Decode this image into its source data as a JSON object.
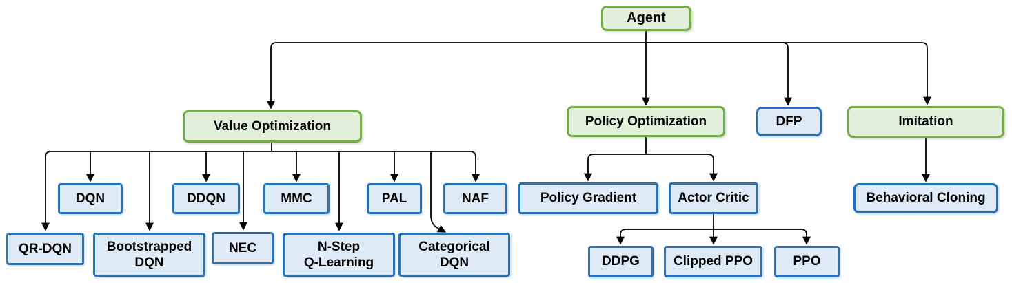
{
  "diagram": {
    "description": "Reinforcement learning agent type hierarchy",
    "colors": {
      "category_fill": "#E2EFDA",
      "category_border": "#70AD47",
      "algorithm_fill": "#DEEBF7",
      "algorithm_border": "#2873B9",
      "connector": "#000000",
      "text": "#000000",
      "background": "#FFFFFF"
    },
    "nodes": {
      "agent": {
        "label": "Agent",
        "type": "category"
      },
      "value_optimization": {
        "label": "Value Optimization",
        "type": "category"
      },
      "policy_optimization": {
        "label": "Policy Optimization",
        "type": "category"
      },
      "dfp": {
        "label": "DFP",
        "type": "algorithm"
      },
      "imitation": {
        "label": "Imitation",
        "type": "category"
      },
      "dqn": {
        "label": "DQN",
        "type": "algorithm"
      },
      "ddqn": {
        "label": "DDQN",
        "type": "algorithm"
      },
      "mmc": {
        "label": "MMC",
        "type": "algorithm"
      },
      "pal": {
        "label": "PAL",
        "type": "algorithm"
      },
      "naf": {
        "label": "NAF",
        "type": "algorithm"
      },
      "qr_dqn": {
        "label": "QR-DQN",
        "type": "algorithm"
      },
      "bootstrapped_dqn": {
        "label": "Bootstrapped\nDQN",
        "type": "algorithm"
      },
      "nec": {
        "label": "NEC",
        "type": "algorithm"
      },
      "n_step_q_learning": {
        "label": "N-Step\nQ-Learning",
        "type": "algorithm"
      },
      "categorical_dqn": {
        "label": "Categorical\nDQN",
        "type": "algorithm"
      },
      "policy_gradient": {
        "label": "Policy Gradient",
        "type": "algorithm"
      },
      "actor_critic": {
        "label": "Actor Critic",
        "type": "algorithm"
      },
      "behavioral_cloning": {
        "label": "Behavioral Cloning",
        "type": "algorithm"
      },
      "ddpg": {
        "label": "DDPG",
        "type": "algorithm"
      },
      "clipped_ppo": {
        "label": "Clipped PPO",
        "type": "algorithm"
      },
      "ppo": {
        "label": "PPO",
        "type": "algorithm"
      }
    },
    "hierarchy": {
      "agent": [
        "value_optimization",
        "policy_optimization",
        "dfp",
        "imitation"
      ],
      "value_optimization": [
        "dqn",
        "ddqn",
        "mmc",
        "pal",
        "naf",
        "qr_dqn",
        "bootstrapped_dqn",
        "nec",
        "n_step_q_learning",
        "categorical_dqn"
      ],
      "policy_optimization": [
        "policy_gradient",
        "actor_critic"
      ],
      "actor_critic": [
        "ddpg",
        "clipped_ppo",
        "ppo"
      ],
      "imitation": [
        "behavioral_cloning"
      ]
    }
  }
}
